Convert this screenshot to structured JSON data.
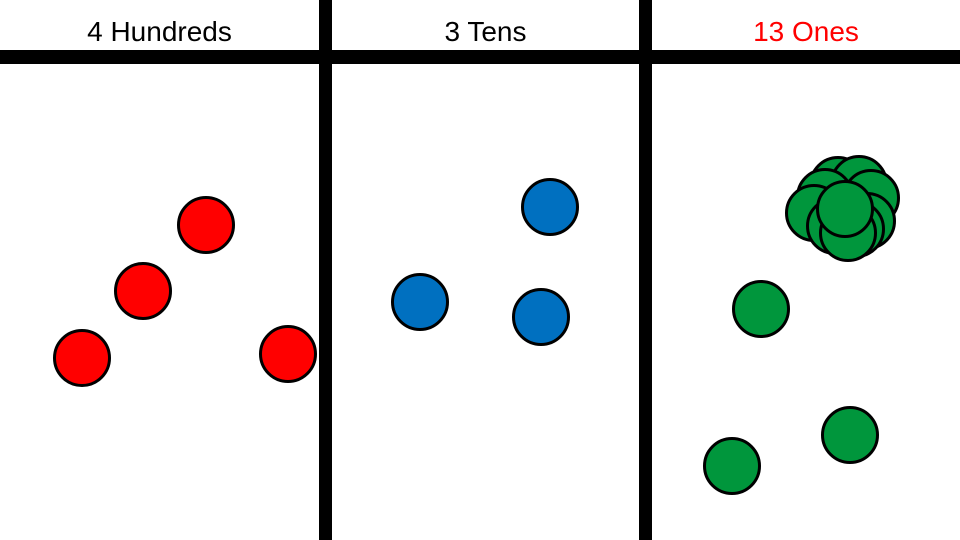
{
  "columns": [
    {
      "label": "4 Hundreds",
      "label_color": "#000000",
      "disk_color": "#ff0000",
      "disk_count": 4
    },
    {
      "label": "3 Tens",
      "label_color": "#000000",
      "disk_color": "#0070c0",
      "disk_count": 3
    },
    {
      "label": "13 Ones",
      "label_color": "#ff0000",
      "disk_color": "#00963c",
      "disk_count": 13
    }
  ]
}
